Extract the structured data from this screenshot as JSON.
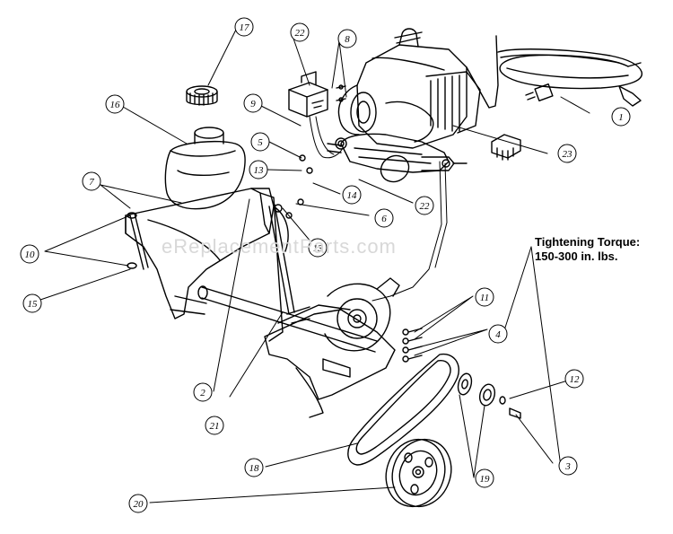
{
  "diagram": {
    "watermark": "eReplacementParts.com",
    "note": {
      "line1": "Tightening Torque:",
      "line2": "150-300 in. lbs."
    },
    "callouts": [
      "17",
      "22",
      "8",
      "16",
      "9",
      "1",
      "5",
      "13",
      "14",
      "23",
      "22",
      "7",
      "6",
      "10",
      "13",
      "15",
      "11",
      "4",
      "12",
      "2",
      "21",
      "18",
      "19",
      "3",
      "20"
    ]
  }
}
